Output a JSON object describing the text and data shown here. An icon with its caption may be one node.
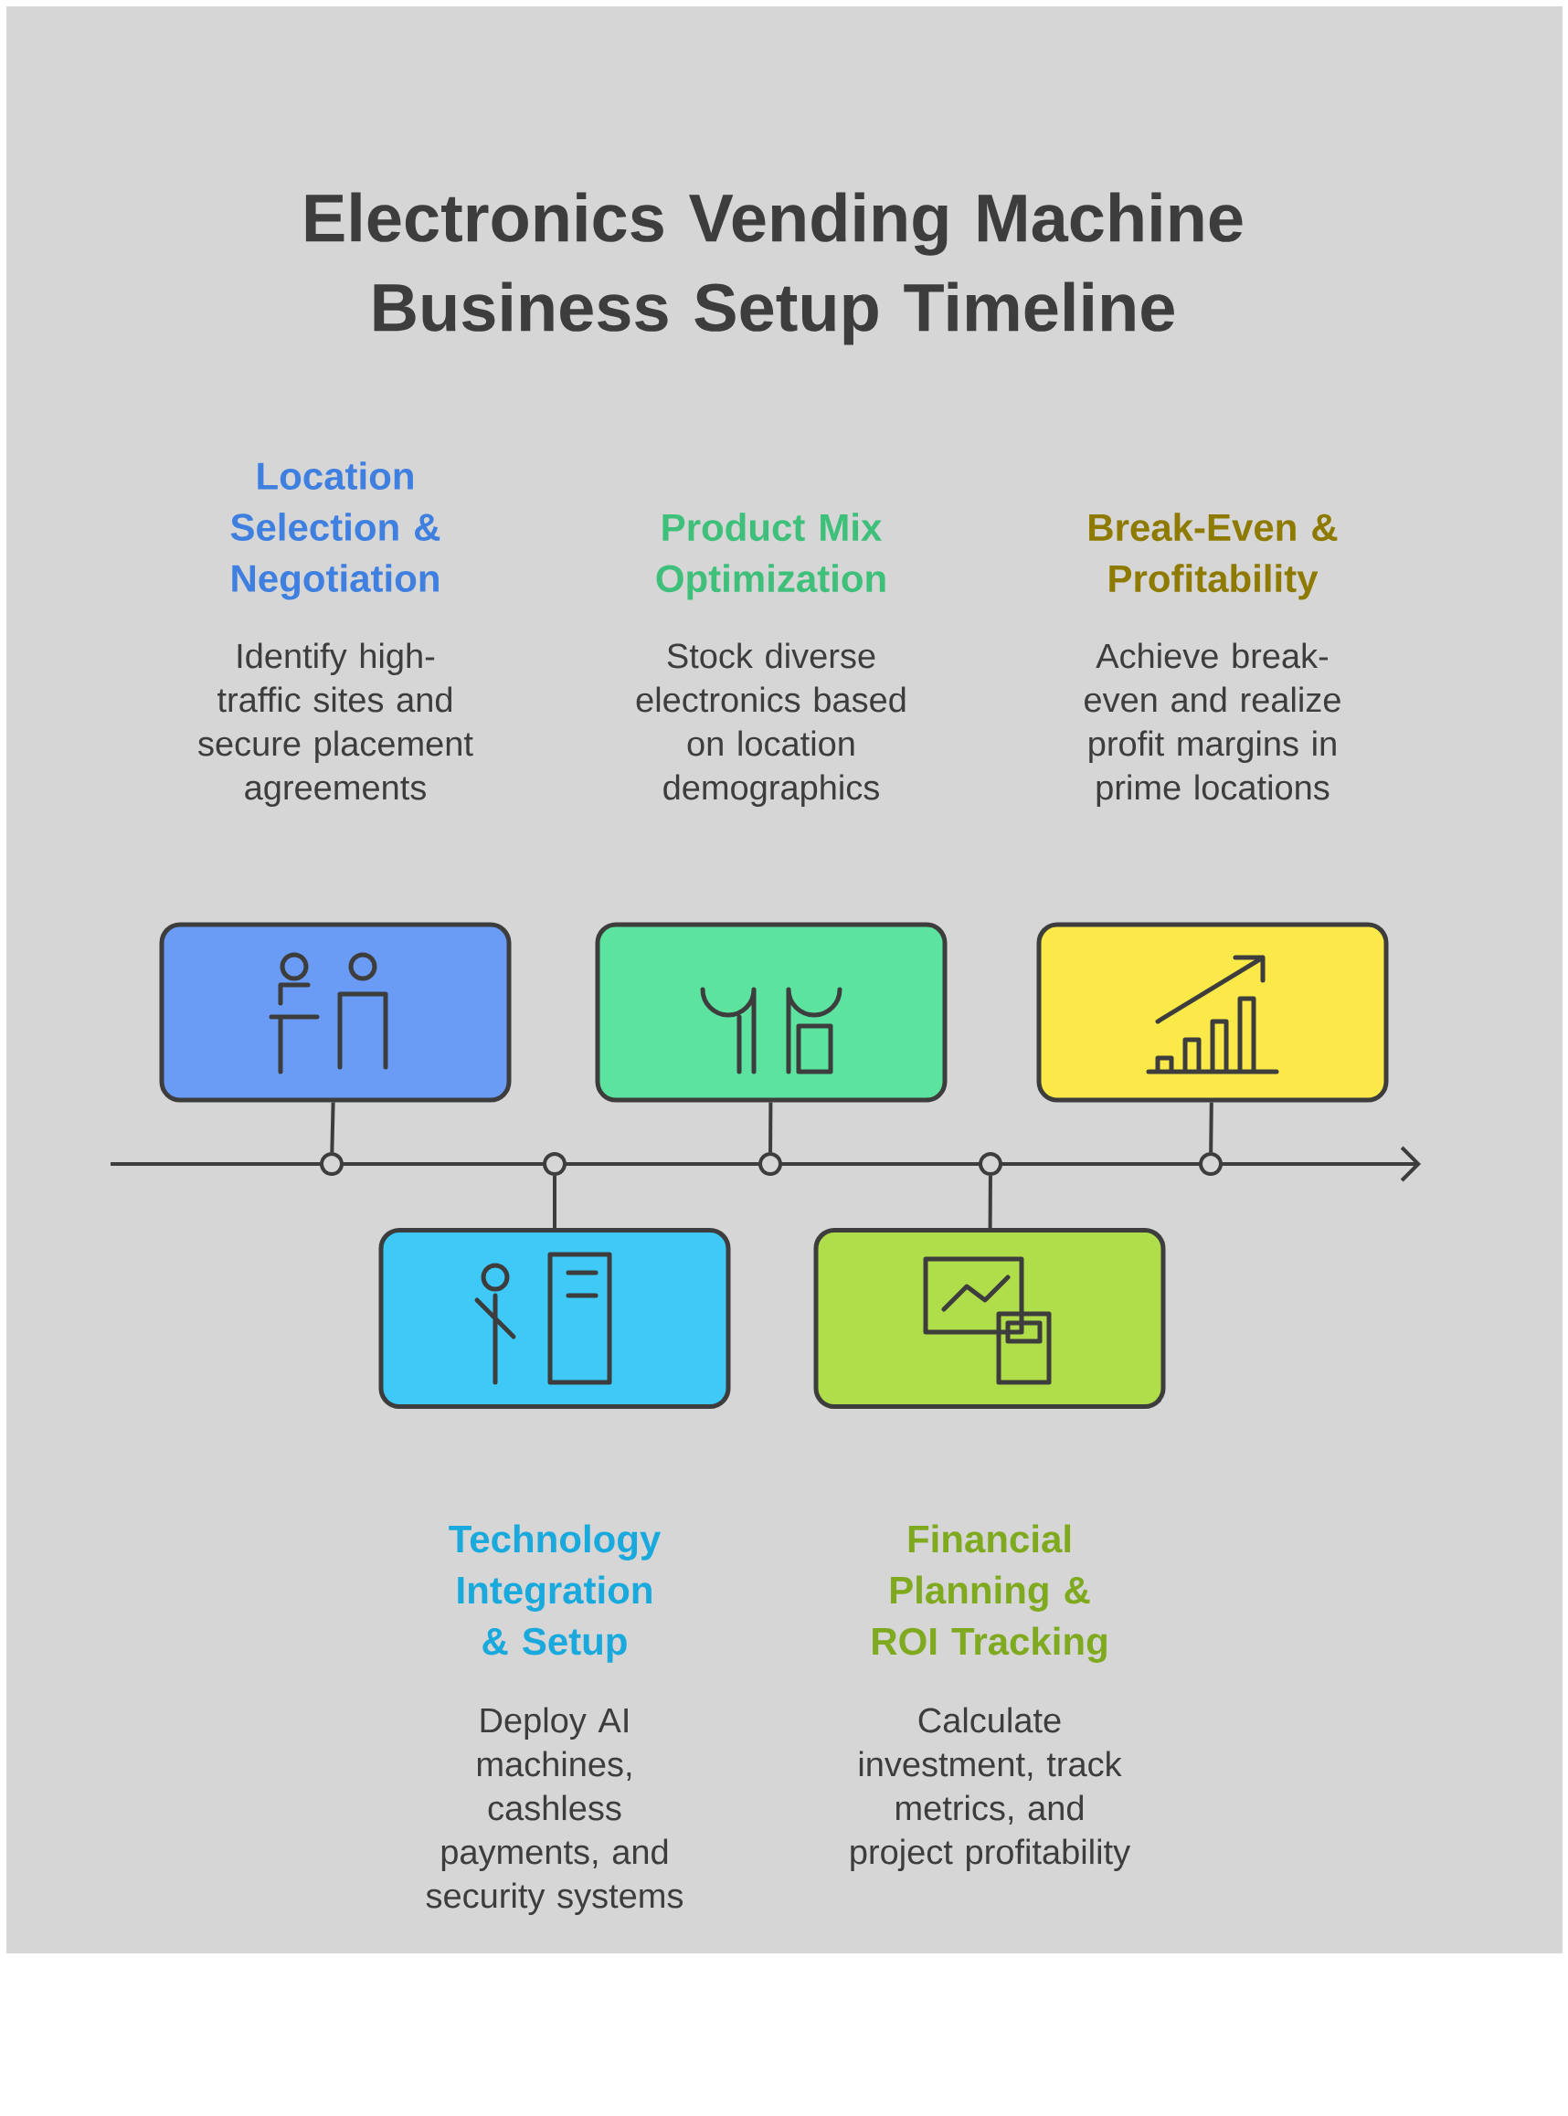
{
  "diagram": {
    "title": "Electronics Vending Machine Business Setup Timeline",
    "nodes": [
      {
        "text": [],
        "shape": "box",
        "beside": [
          "Location Selection & Negotiation",
          "Identify high-traffic sites and secure placement agreements"
        ]
      },
      {
        "text": [],
        "shape": "box",
        "beside": [
          "Technology Integration & Setup",
          "Deploy AI machines, cashless payments, and security systems"
        ]
      },
      {
        "text": [],
        "shape": "box",
        "beside": [
          "Product Mix Optimization",
          "Stock diverse electronics based on location demographics"
        ]
      },
      {
        "text": [],
        "shape": "box",
        "beside": [
          "Financial Planning & ROI Tracking",
          "Calculate investment, track metrics, and project profitability"
        ]
      },
      {
        "text": [],
        "shape": "box",
        "beside": [
          "Break-Even & Profitability",
          "Achieve break-even and realize profit margins in prime locations"
        ]
      },
      {
        "text": [],
        "shape": "circle"
      },
      {
        "text": [],
        "shape": "circle"
      },
      {
        "text": [],
        "shape": "circle"
      },
      {
        "text": [],
        "shape": "circle"
      },
      {
        "text": [],
        "shape": "circle"
      }
    ],
    "edges": [
      {
        "from": 0,
        "to": 5,
        "arrow": "none"
      },
      {
        "from": 1,
        "to": 6,
        "arrow": "none"
      },
      {
        "from": 2,
        "to": 7,
        "arrow": "none"
      },
      {
        "from": 3,
        "to": 8,
        "arrow": "none"
      },
      {
        "from": 4,
        "to": 9,
        "arrow": "none"
      }
    ]
  }
}
